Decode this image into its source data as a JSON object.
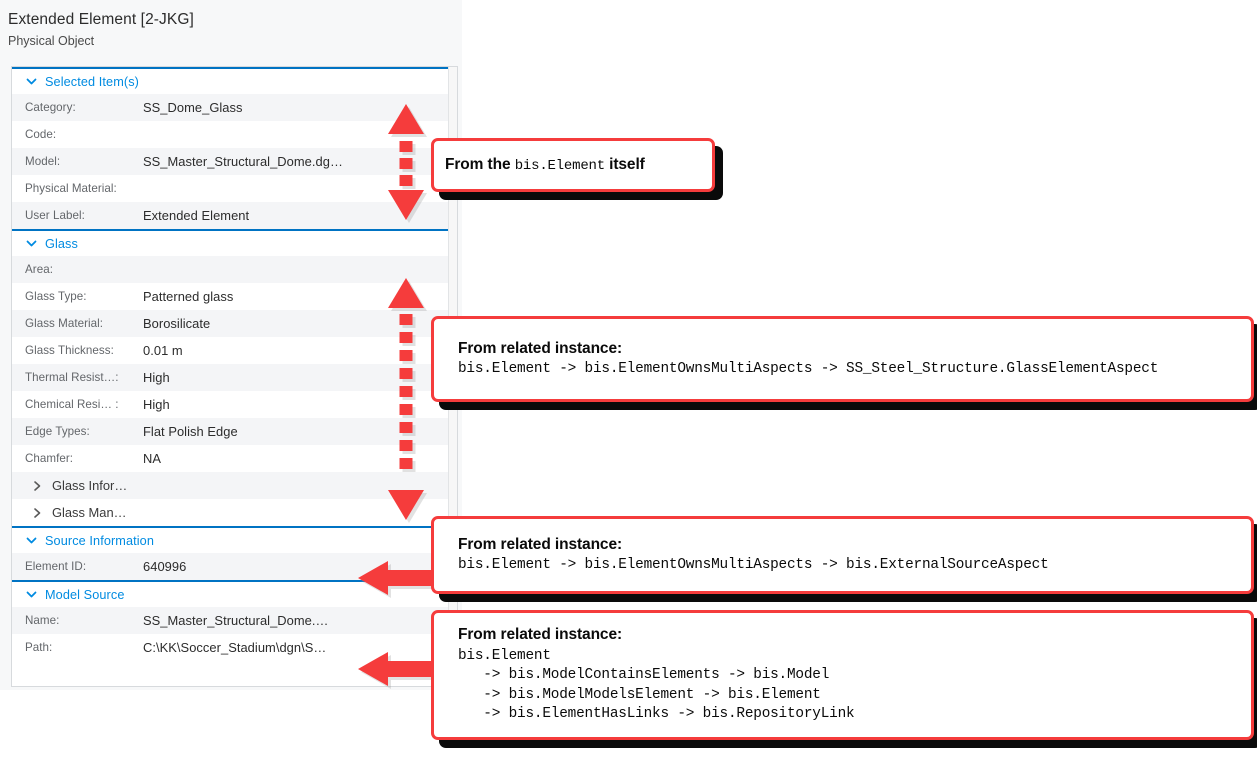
{
  "panel": {
    "title": "Extended Element [2-JKG]",
    "subtitle": "Physical Object",
    "accent_color": "#008be1",
    "section_border_color": "#0073c3",
    "sections": [
      {
        "id": "selected-items",
        "title": "Selected Item(s)",
        "expanded": true,
        "rows": [
          {
            "label": "Category:",
            "value": "SS_Dome_Glass"
          },
          {
            "label": "Code:",
            "value": ""
          },
          {
            "label": "Model:",
            "value": "SS_Master_Structural_Dome.dg…"
          },
          {
            "label": "Physical Material:",
            "value": ""
          },
          {
            "label": "User Label:",
            "value": "Extended Element"
          }
        ]
      },
      {
        "id": "glass",
        "title": "Glass",
        "expanded": true,
        "rows": [
          {
            "label": "Area:",
            "value": ""
          },
          {
            "label": "Glass Type:",
            "value": "Patterned glass"
          },
          {
            "label": "Glass Material:",
            "value": "Borosilicate"
          },
          {
            "label": "Glass Thickness:",
            "value": "0.01 m"
          },
          {
            "label": "Thermal Resist…:",
            "value": "High"
          },
          {
            "label": "Chemical Resi… :",
            "value": "High"
          },
          {
            "label": "Edge Types:",
            "value": "Flat Polish Edge"
          },
          {
            "label": "Chamfer:",
            "value": "NA"
          }
        ],
        "subgroups": [
          {
            "label": "Glass Infor…",
            "expanded": false
          },
          {
            "label": "Glass Man…",
            "expanded": false
          }
        ]
      },
      {
        "id": "source-information",
        "title": "Source Information",
        "expanded": true,
        "rows": [
          {
            "label": "Element ID:",
            "value": "640996"
          }
        ]
      },
      {
        "id": "model-source",
        "title": "Model Source",
        "expanded": true,
        "rows": [
          {
            "label": "Name:",
            "value": "SS_Master_Structural_Dome.…"
          },
          {
            "label": "Path:",
            "value": "C:\\KK\\Soccer_Stadium\\dgn\\S…"
          }
        ]
      }
    ]
  },
  "annotations": {
    "arrow_color": "#f53c3c",
    "callouts": [
      {
        "id": "callout-element",
        "lines": [
          {
            "segments": [
              {
                "text": "From the ",
                "style": "sans"
              },
              {
                "text": "bis.Element",
                "style": "mono"
              },
              {
                "text": " itself",
                "style": "sans"
              }
            ]
          }
        ]
      },
      {
        "id": "callout-glass",
        "lines": [
          {
            "segments": [
              {
                "text": "From related instance:",
                "style": "sans"
              }
            ]
          },
          {
            "segments": [
              {
                "text": "bis.Element -> bis.ElementOwnsMultiAspects -> SS_Steel_Structure.GlassElementAspect",
                "style": "mono"
              }
            ]
          }
        ]
      },
      {
        "id": "callout-source",
        "lines": [
          {
            "segments": [
              {
                "text": "From related instance:",
                "style": "sans"
              }
            ]
          },
          {
            "segments": [
              {
                "text": "bis.Element -> bis.ElementOwnsMultiAspects -> bis.ExternalSourceAspect",
                "style": "mono"
              }
            ]
          }
        ]
      },
      {
        "id": "callout-model",
        "lines": [
          {
            "segments": [
              {
                "text": "From related instance:",
                "style": "sans"
              }
            ]
          },
          {
            "segments": [
              {
                "text": "bis.Element",
                "style": "mono"
              }
            ]
          },
          {
            "segments": [
              {
                "text": "   -> bis.ModelContainsElements -> bis.Model",
                "style": "mono"
              }
            ]
          },
          {
            "segments": [
              {
                "text": "   -> bis.ModelModelsElement -> bis.Element",
                "style": "mono"
              }
            ]
          },
          {
            "segments": [
              {
                "text": "   -> bis.ElementHasLinks -> bis.RepositoryLink",
                "style": "mono"
              }
            ]
          }
        ]
      }
    ]
  }
}
